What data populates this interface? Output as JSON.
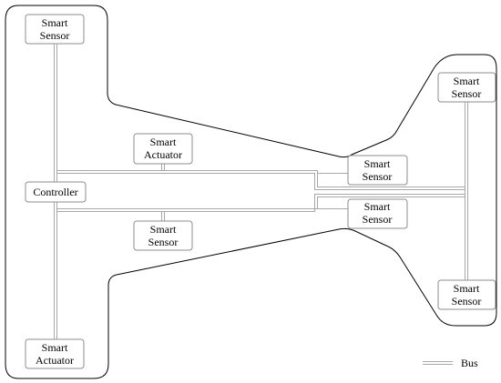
{
  "nodes": {
    "sensor_top_left": {
      "line1": "Smart",
      "line2": "Sensor"
    },
    "actuator_center": {
      "line1": "Smart",
      "line2": "Actuator"
    },
    "controller": {
      "line1": "Controller"
    },
    "sensor_center": {
      "line1": "Smart",
      "line2": "Sensor"
    },
    "actuator_bottom_left": {
      "line1": "Smart",
      "line2": "Actuator"
    },
    "sensor_right_mid_upper": {
      "line1": "Smart",
      "line2": "Sensor"
    },
    "sensor_right_mid_lower": {
      "line1": "Smart",
      "line2": "Sensor"
    },
    "sensor_right_top": {
      "line1": "Smart",
      "line2": "Sensor"
    },
    "sensor_right_bottom": {
      "line1": "Smart",
      "line2": "Sensor"
    }
  },
  "legend": {
    "bus_label": "Bus"
  },
  "colors": {
    "outline": "#000000",
    "bus": "#a8a8a8",
    "box_border": "#8c8c8c"
  }
}
